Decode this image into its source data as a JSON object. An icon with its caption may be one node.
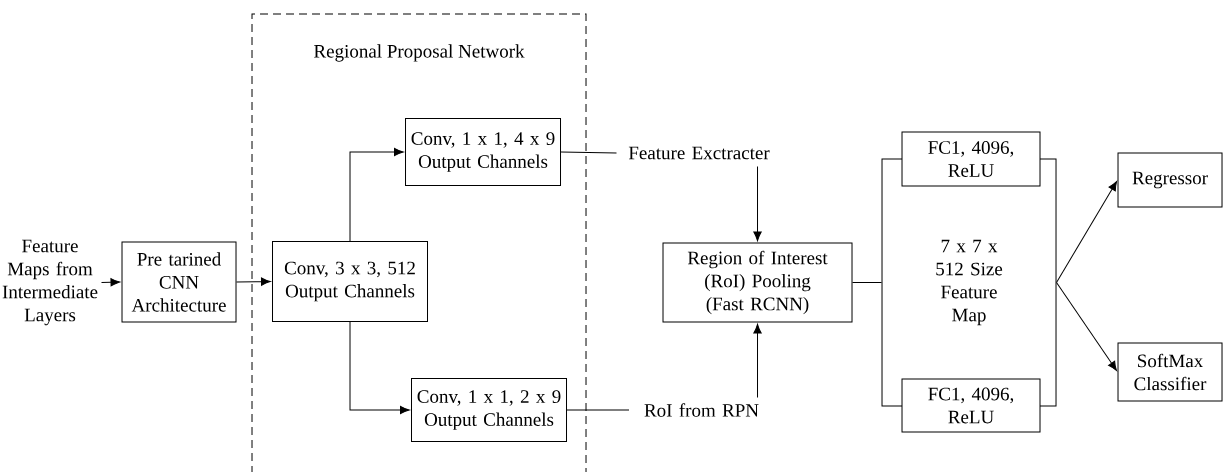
{
  "diagram": {
    "nodes": [
      {
        "text": [
          "Feature Maps from Intermediate Layers"
        ]
      },
      {
        "text": [
          "Pre tarined CNN Architecture"
        ]
      },
      {
        "text": [
          "Regional Proposal Network"
        ]
      },
      {
        "text": [
          "Conv, 3 x 3, 512 Output Channels"
        ],
        "in": 2
      },
      {
        "text": [
          "Conv, 1 x 1, 4 x 9 Output Channels"
        ],
        "in": 2
      },
      {
        "text": [
          "Conv, 1 x 1, 2 x 9 Output Channels"
        ],
        "in": 2
      },
      {
        "text": [
          "Feature Exctracter"
        ]
      },
      {
        "text": [
          "RoI from RPN"
        ]
      },
      {
        "text": [
          "Region of Interest (RoI) Pooling (Fast RCNN)"
        ]
      },
      {
        "text": [
          "FC1, 4096, ReLU"
        ]
      },
      {
        "text": [
          "7 x 7 x 512 Size Feature Map"
        ]
      },
      {
        "text": [
          "FC1, 4096, ReLU"
        ]
      },
      {
        "text": [
          "Regressor"
        ]
      },
      {
        "text": [
          "SoftMax Classifier"
        ]
      }
    ],
    "edges": [
      {
        "from": 0,
        "to": 1,
        "arrow": "to"
      },
      {
        "from": 1,
        "to": 3,
        "arrow": "to"
      },
      {
        "from": 3,
        "to": 4,
        "arrow": "to"
      },
      {
        "from": 3,
        "to": 5,
        "arrow": "to"
      },
      {
        "from": 4,
        "to": 6,
        "arrow": "none"
      },
      {
        "from": 5,
        "to": 7,
        "arrow": "none"
      },
      {
        "from": 6,
        "to": 8,
        "arrow": "to"
      },
      {
        "from": 7,
        "to": 8,
        "arrow": "to"
      },
      {
        "from": 8,
        "to": 10,
        "arrow": "none"
      },
      {
        "from": 10,
        "to": 12,
        "arrow": "to"
      },
      {
        "from": 10,
        "to": 13,
        "arrow": "to"
      }
    ]
  }
}
